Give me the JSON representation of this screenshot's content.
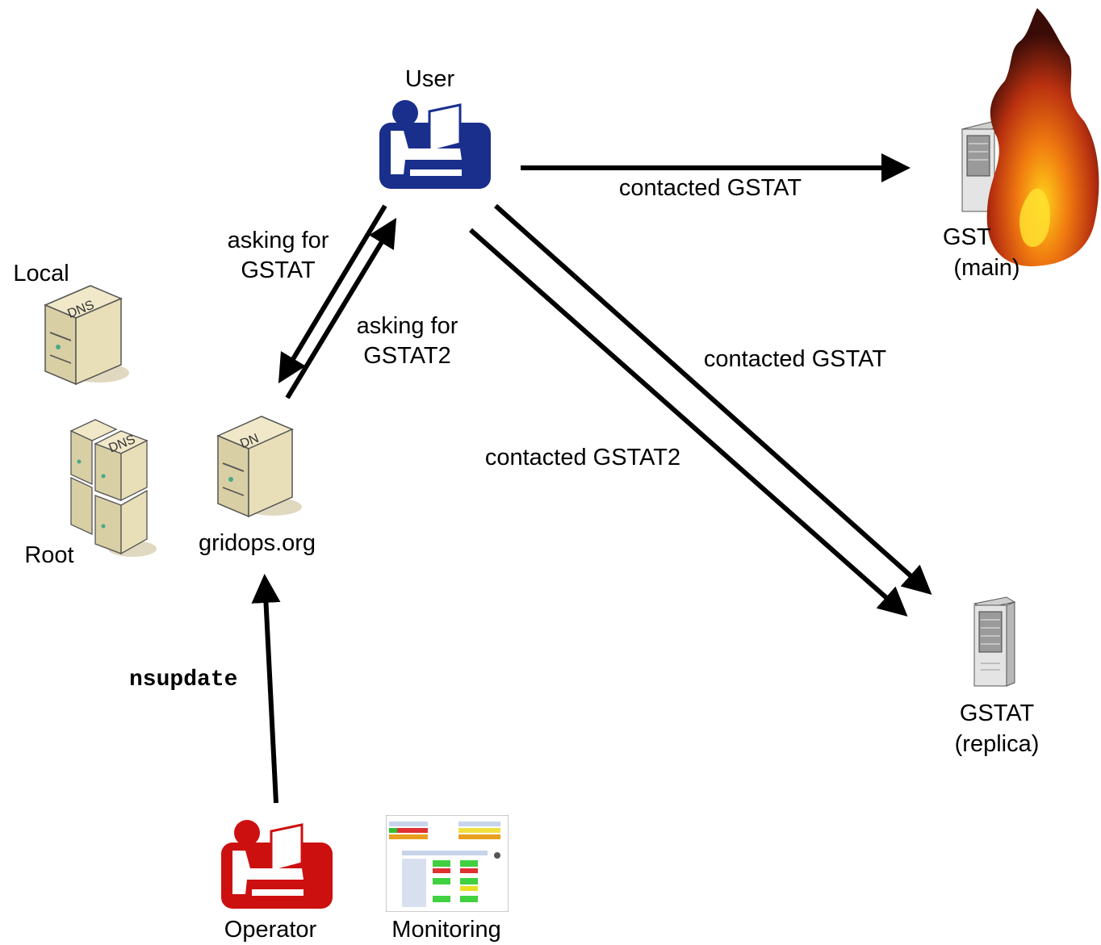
{
  "nodes": {
    "user": "User",
    "local_dns": "Local",
    "root_dns": "Root",
    "gridops": "gridops.org",
    "gstat_main_line1": "GST",
    "gstat_main_line2": "(main)",
    "gstat_replica_line1": "GSTAT",
    "gstat_replica_line2": "(replica)",
    "operator": "Operator",
    "monitoring": "Monitoring"
  },
  "icons": {
    "dns_label": "DNS",
    "dns_label_partial": "DN",
    "user_color": "#1a2f8c",
    "operator_color": "#cc1010",
    "fire_color": "#e04a10"
  },
  "edges": {
    "user_to_main": "contacted GSTAT",
    "user_to_replica_upper": "contacted GSTAT",
    "user_to_replica_lower": "contacted GSTAT2",
    "ask_gstat_line1": "asking for",
    "ask_gstat_line2": "GSTAT",
    "ask_gstat2_line1": "asking for",
    "ask_gstat2_line2": "GSTAT2",
    "nsupdate": "nsupdate"
  }
}
